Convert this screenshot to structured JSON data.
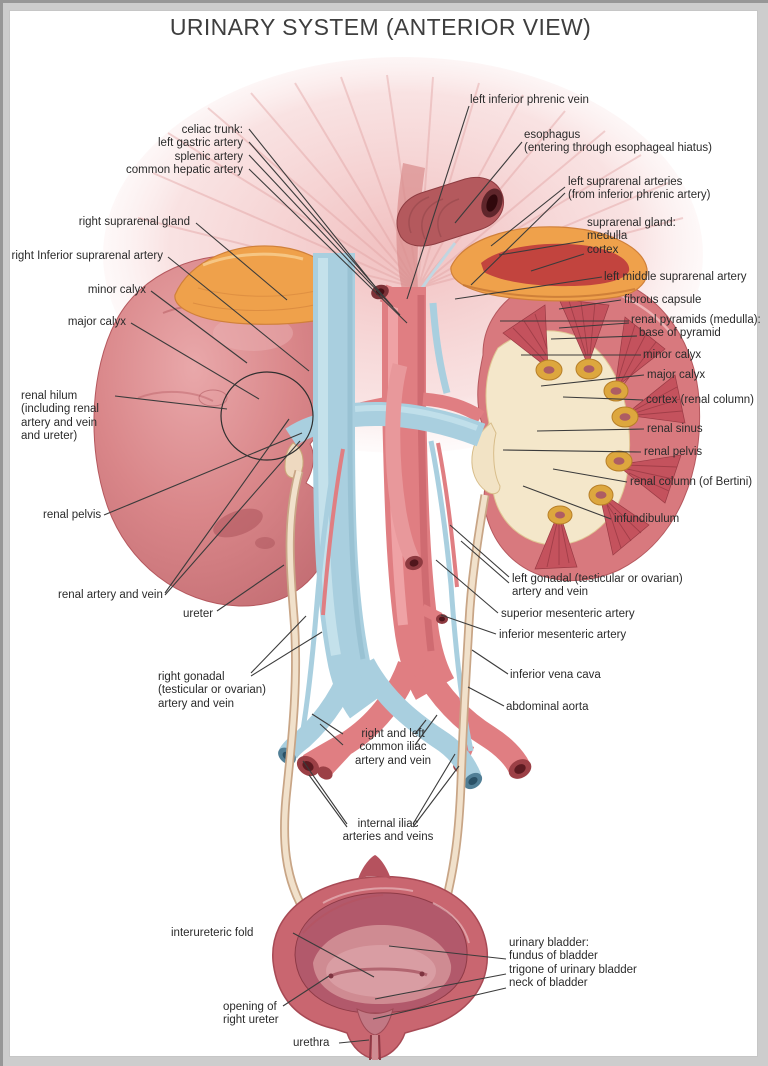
{
  "title": "URINARY SYSTEM (ANTERIOR VIEW)",
  "labels": [
    {
      "id": "celiac-trunk",
      "lines": [
        "celiac trunk:",
        "left gastric artery",
        "splenic artery",
        "common hepatic artery"
      ]
    },
    {
      "id": "left-inferior-phrenic-vein",
      "lines": [
        "left inferior phrenic vein"
      ]
    },
    {
      "id": "esophagus",
      "lines": [
        "esophagus",
        "(entering through esophageal hiatus)"
      ]
    },
    {
      "id": "left-suprarenal-arteries",
      "lines": [
        "left suprarenal arteries",
        "(from inferior phrenic artery)"
      ]
    },
    {
      "id": "suprarenal-gland",
      "lines": [
        "suprarenal gland:",
        "medulla",
        "cortex"
      ]
    },
    {
      "id": "left-middle-suprarenal-artery",
      "lines": [
        "left middle suprarenal artery"
      ]
    },
    {
      "id": "right-suprarenal-gland",
      "lines": [
        "right suprarenal gland"
      ]
    },
    {
      "id": "right-inferior-suprarenal-artery",
      "lines": [
        "right Inferior suprarenal artery"
      ]
    },
    {
      "id": "minor-calyx-left",
      "lines": [
        "minor calyx"
      ]
    },
    {
      "id": "major-calyx-left",
      "lines": [
        "major calyx"
      ]
    },
    {
      "id": "fibrous-capsule",
      "lines": [
        "fibrous capsule"
      ]
    },
    {
      "id": "renal-pyramids",
      "lines": [
        "renal pyramids (medulla):",
        "base of pyramid"
      ]
    },
    {
      "id": "minor-calyx-right",
      "lines": [
        "minor calyx"
      ]
    },
    {
      "id": "major-calyx-right",
      "lines": [
        "major calyx"
      ]
    },
    {
      "id": "cortex-renal-column",
      "lines": [
        "cortex (renal column)"
      ]
    },
    {
      "id": "renal-sinus",
      "lines": [
        "renal sinus"
      ]
    },
    {
      "id": "renal-pelvis-right",
      "lines": [
        "renal pelvis"
      ]
    },
    {
      "id": "renal-column-of-bertini",
      "lines": [
        "renal column (of Bertini)"
      ]
    },
    {
      "id": "infundibulum",
      "lines": [
        "infundibulum"
      ]
    },
    {
      "id": "renal-hilum",
      "lines": [
        "renal hilum",
        "(including renal",
        "artery and vein",
        "and ureter)"
      ]
    },
    {
      "id": "renal-pelvis-left",
      "lines": [
        "renal pelvis"
      ]
    },
    {
      "id": "renal-artery-and-vein",
      "lines": [
        "renal artery and vein"
      ]
    },
    {
      "id": "ureter",
      "lines": [
        "ureter"
      ]
    },
    {
      "id": "right-gonadal",
      "lines": [
        "right gonadal",
        "(testicular or ovarian)",
        "artery and vein"
      ]
    },
    {
      "id": "common-iliac",
      "lines": [
        "right and left",
        "common iliac",
        "artery and vein"
      ]
    },
    {
      "id": "internal-iliac",
      "lines": [
        "internal iliac",
        "arteries and veins"
      ]
    },
    {
      "id": "left-gonadal",
      "lines": [
        "left gonadal (testicular or ovarian)",
        "artery and vein"
      ]
    },
    {
      "id": "superior-mesenteric-artery",
      "lines": [
        "superior mesenteric artery"
      ]
    },
    {
      "id": "inferior-mesenteric-artery",
      "lines": [
        "inferior mesenteric artery"
      ]
    },
    {
      "id": "inferior-vena-cava",
      "lines": [
        "inferior vena cava"
      ]
    },
    {
      "id": "abdominal-aorta",
      "lines": [
        "abdominal aorta"
      ]
    },
    {
      "id": "interureteric-fold",
      "lines": [
        "interureteric fold"
      ]
    },
    {
      "id": "opening-of-right-ureter",
      "lines": [
        "opening of",
        "right ureter"
      ]
    },
    {
      "id": "urethra",
      "lines": [
        "urethra"
      ]
    },
    {
      "id": "urinary-bladder",
      "lines": [
        "urinary bladder:",
        "fundus of bladder",
        "trigone of urinary bladder",
        "neck of bladder"
      ]
    }
  ],
  "colors": {
    "kidney": "#d8797e",
    "kidney_dark": "#c06a70",
    "suprarenal_gland": "#efa14b",
    "suprarenal_medulla": "#c2443e",
    "vein_blue": "#a9cfdf",
    "artery_red": "#e07e82",
    "renal_sinus_cream": "#f4e7ca",
    "calyx_yellow": "#dda73e",
    "bladder": "#c96670",
    "label_text": "#2b2b2b",
    "frame_gray": "#cdcdcd"
  }
}
